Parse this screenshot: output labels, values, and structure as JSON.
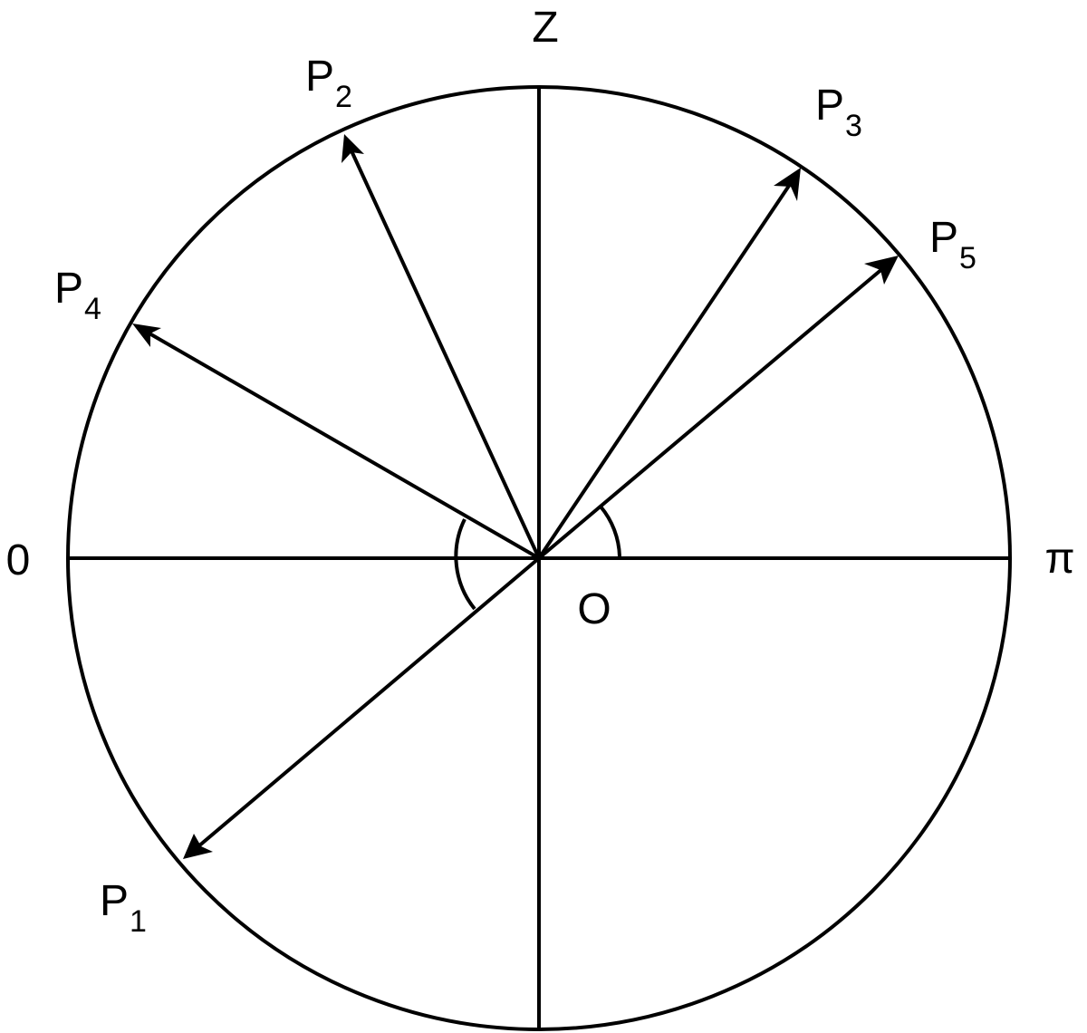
{
  "labels": {
    "top": "Z",
    "left": "0",
    "right": "π",
    "origin": "O"
  },
  "points": [
    {
      "id": "p1",
      "letter": "P",
      "index": "1"
    },
    {
      "id": "p2",
      "letter": "P",
      "index": "2"
    },
    {
      "id": "p3",
      "letter": "P",
      "index": "3"
    },
    {
      "id": "p4",
      "letter": "P",
      "index": "4"
    },
    {
      "id": "p5",
      "letter": "P",
      "index": "5"
    }
  ],
  "colors": {
    "stroke": "#000000",
    "background": "#ffffff"
  }
}
